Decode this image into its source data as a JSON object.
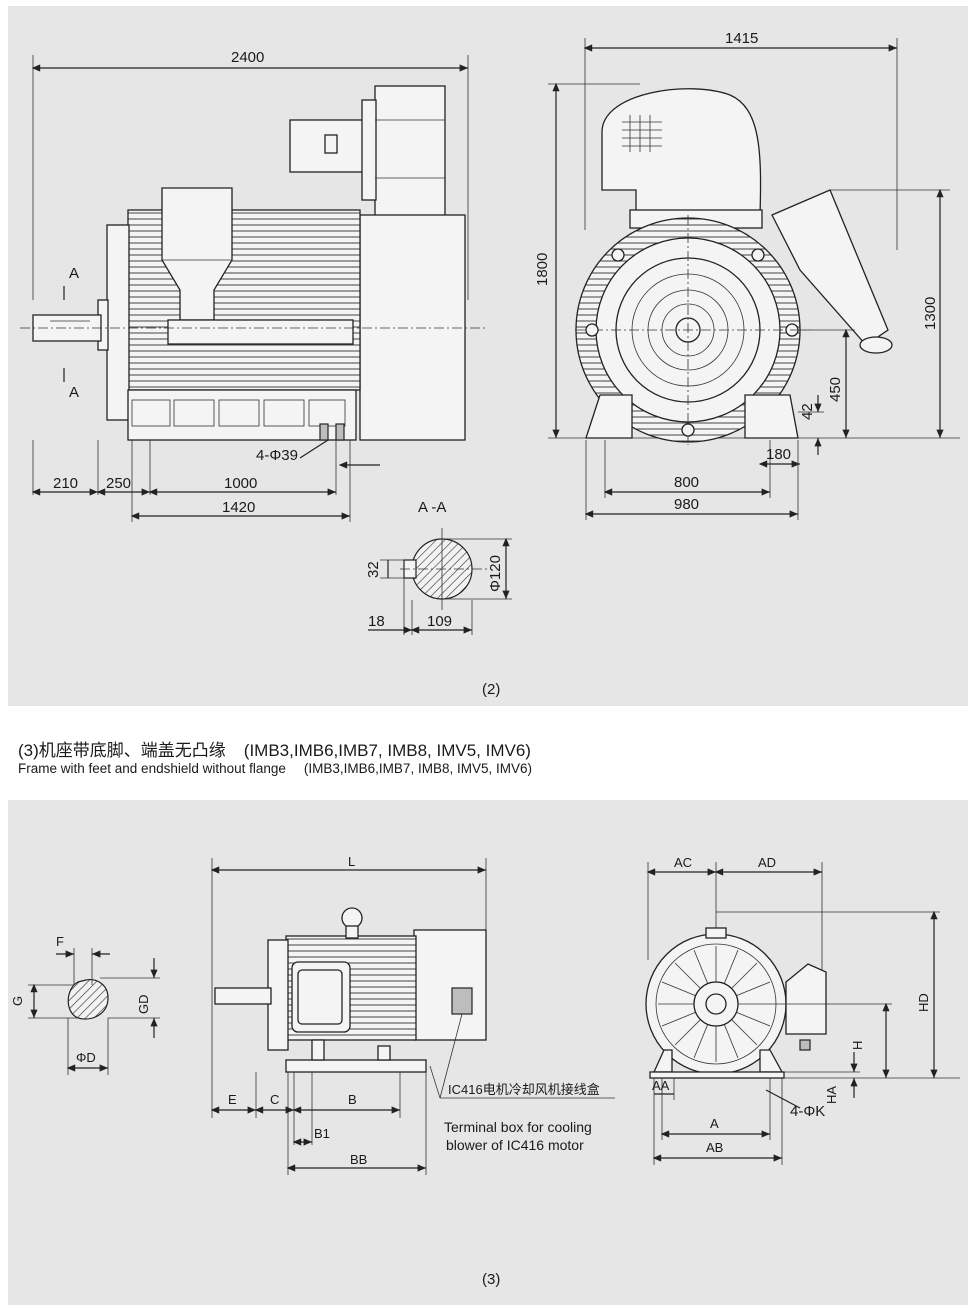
{
  "top_figure": {
    "dims": {
      "overall_length": "2400",
      "overall_width": "1415",
      "overall_height": "1800",
      "terminal_height": "1300",
      "shaft_height": "450",
      "foot_thickness": "42",
      "foot_width": "180",
      "foot_center_width": "800",
      "base_width": "980",
      "shaft_extension": "210",
      "shaft_to_foot": "250",
      "foot_hole_spacing": "1000",
      "base_length": "1420",
      "foot_holes": "4-Φ39"
    },
    "section_marks": {
      "letter": "A",
      "section_title": "A -A"
    },
    "section_dims": {
      "keyway_height": "32",
      "shaft_dia": "Φ120",
      "key_width": "18",
      "key_depth": "109"
    },
    "figure_number": "(2)"
  },
  "caption": {
    "cn": "(3)机座带底脚、端盖无凸缘",
    "cn_codes": "(IMB3,IMB6,IMB7, IMB8, IMV5, IMV6)",
    "en": "Frame with feet and endshield without flange",
    "en_codes": "(IMB3,IMB6,IMB7, IMB8, IMV5, IMV6)"
  },
  "bottom_figure": {
    "shaft_labels": {
      "F": "F",
      "G": "G",
      "GD": "GD",
      "D": "ΦD"
    },
    "side_labels": {
      "L": "L",
      "E": "E",
      "C": "C",
      "B": "B",
      "B1": "B1",
      "BB": "BB"
    },
    "front_labels": {
      "AC": "AC",
      "AD": "AD",
      "HD": "HD",
      "H": "H",
      "HA": "HA",
      "AA": "AA",
      "A": "A",
      "AB": "AB",
      "K": "4-ΦK"
    },
    "annotation_cn": "IC416电机冷却风机接线盒",
    "annotation_en_1": "Terminal box for cooling",
    "annotation_en_2": "blower of IC416 motor",
    "figure_number": "(3)"
  }
}
